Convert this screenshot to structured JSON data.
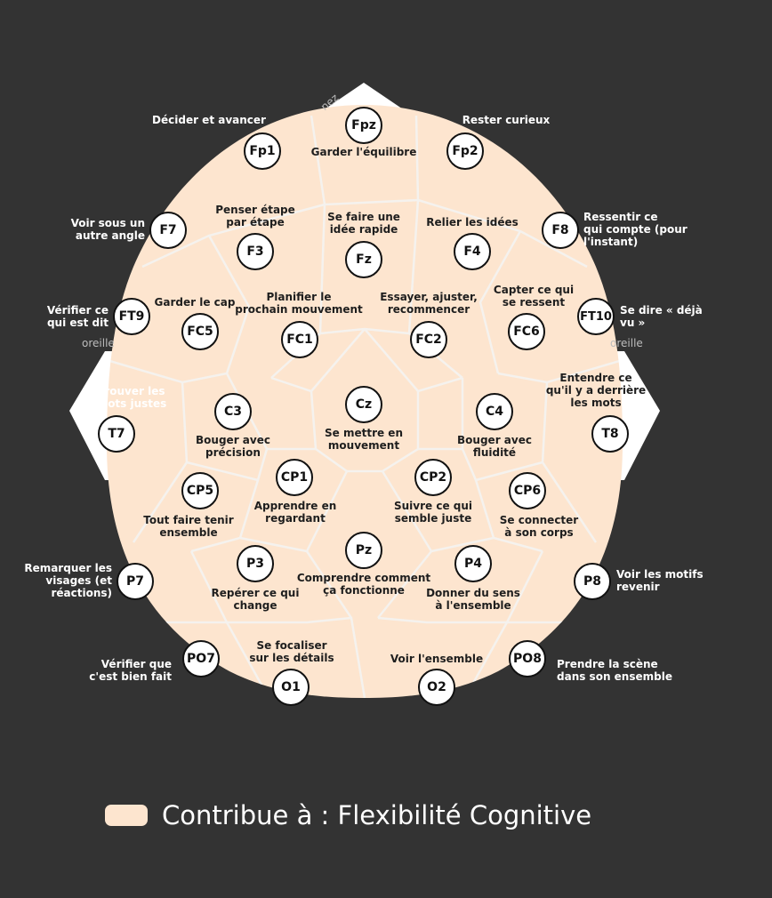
{
  "head_labels": {
    "nose": "nez",
    "ear_left": "oreille",
    "ear_right": "oreille"
  },
  "colors": {
    "region_fill": "#fde5cf",
    "region_border": "#f5f2ee",
    "background": "#333333"
  },
  "electrodes": [
    {
      "id": "Fpz",
      "label": "Garder l'équilibre"
    },
    {
      "id": "Fp1",
      "label": "Décider et avancer"
    },
    {
      "id": "Fp2",
      "label": "Rester curieux"
    },
    {
      "id": "F7",
      "label": "Voir sous un\nautre angle"
    },
    {
      "id": "F3",
      "label": "Penser étape\npar étape"
    },
    {
      "id": "Fz",
      "label": "Se faire une\nidée rapide"
    },
    {
      "id": "F4",
      "label": "Relier les idées"
    },
    {
      "id": "F8",
      "label": "Ressentir ce\nqui compte (pour\nl'instant)"
    },
    {
      "id": "FT9",
      "label": "Vérifier ce\nqui est dit"
    },
    {
      "id": "FC5",
      "label": "Garder le cap"
    },
    {
      "id": "FC1",
      "label": "Planifier le\nprochain mouvement"
    },
    {
      "id": "FC2",
      "label": "Essayer, ajuster,\nrecommencer"
    },
    {
      "id": "FC6",
      "label": "Capter ce qui\nse ressent"
    },
    {
      "id": "FT10",
      "label": "Se dire « déjà\nvu »"
    },
    {
      "id": "T7",
      "label": "Trouver les\nmots justes"
    },
    {
      "id": "C3",
      "label": "Bouger avec\nprécision"
    },
    {
      "id": "Cz",
      "label": "Se mettre en\nmouvement"
    },
    {
      "id": "C4",
      "label": "Bouger avec\nfluidité"
    },
    {
      "id": "T8",
      "label": "Entendre ce\nqu'il y a derrière\nles mots"
    },
    {
      "id": "CP5",
      "label": "Tout faire tenir\nensemble"
    },
    {
      "id": "CP1",
      "label": "Apprendre en\nregardant"
    },
    {
      "id": "CP2",
      "label": "Suivre ce qui\nsemble juste"
    },
    {
      "id": "CP6",
      "label": "Se connecter\nà son corps"
    },
    {
      "id": "P7",
      "label": "Remarquer les\nvisages (et\nréactions)"
    },
    {
      "id": "P3",
      "label": "Repérer ce qui\nchange"
    },
    {
      "id": "Pz",
      "label": "Comprendre comment\nça fonctionne"
    },
    {
      "id": "P4",
      "label": "Donner du sens\nà l'ensemble"
    },
    {
      "id": "P8",
      "label": "Voir les motifs\nrevenir"
    },
    {
      "id": "PO7",
      "label": "Vérifier que\nc'est bien fait"
    },
    {
      "id": "O1",
      "label": "Se focaliser\nsur les détails"
    },
    {
      "id": "O2",
      "label": "Voir l'ensemble"
    },
    {
      "id": "PO8",
      "label": "Prendre la scène\ndans son ensemble"
    }
  ],
  "legend": {
    "text": "Contribue à : Flexibilité Cognitive",
    "color": "#fde5cf"
  }
}
